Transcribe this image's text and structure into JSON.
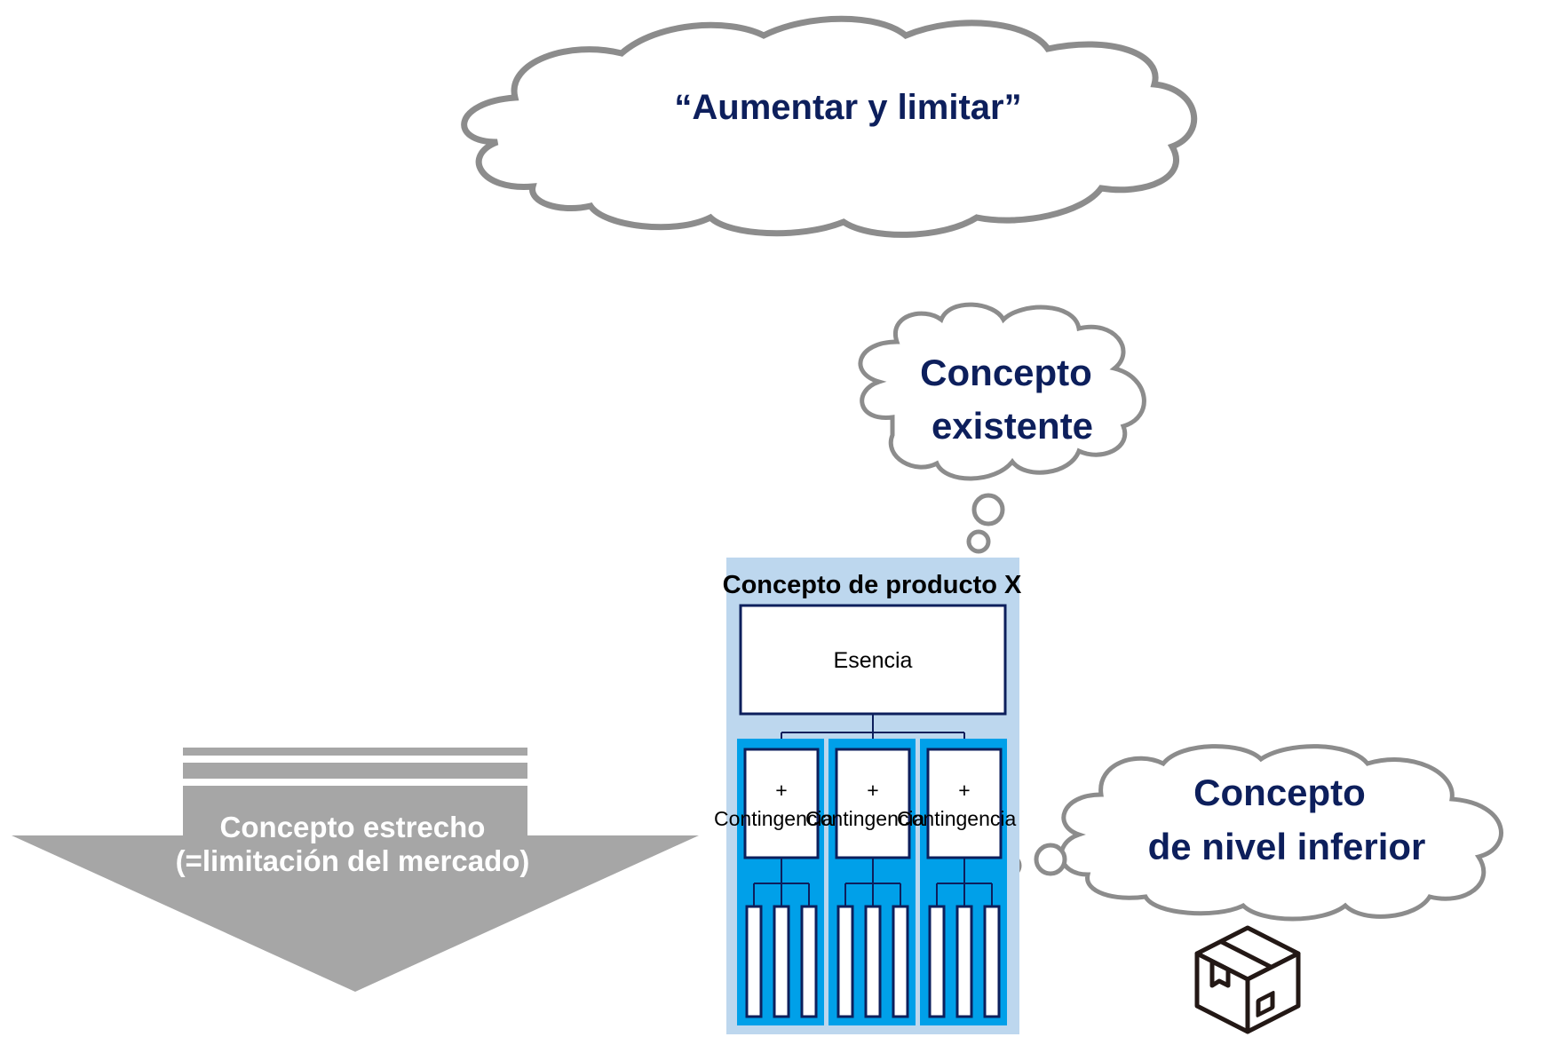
{
  "clouds": {
    "main": "“Aumentar y limitar”",
    "existing_line1": "Concepto",
    "existing_line2": "existente",
    "lower_line1": "Concepto",
    "lower_line2": "de nivel inferior"
  },
  "arrow": {
    "line1": "Concepto estrecho",
    "line2": "(=limitación del mercado)"
  },
  "product": {
    "title": "Concepto de producto X",
    "essence": "Esencia",
    "contingencies": [
      {
        "plus": "+",
        "label": "Contingencia"
      },
      {
        "plus": "+",
        "label": "Contingencia"
      },
      {
        "plus": "+",
        "label": "Contingencia"
      }
    ]
  },
  "colors": {
    "navy": "#0d1f5c",
    "light_blue": "#bdd7ee",
    "bright_blue": "#00a0e9",
    "gray_arrow": "#a6a6a6",
    "cloud_stroke": "#8c8c8c"
  },
  "icons": {
    "package": "package-box-icon"
  }
}
